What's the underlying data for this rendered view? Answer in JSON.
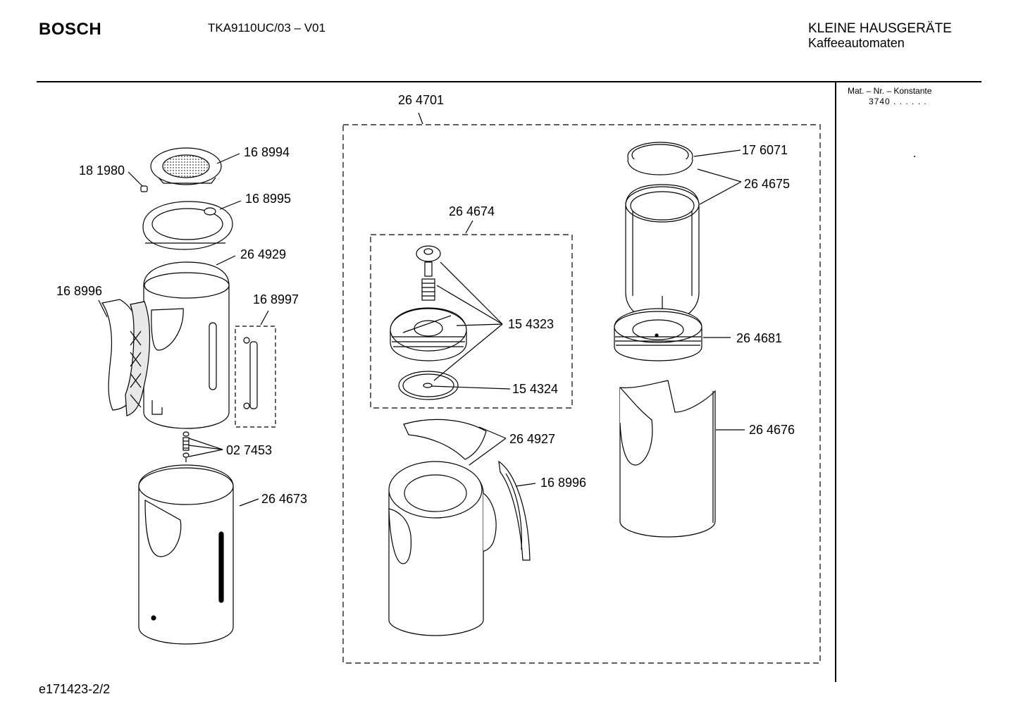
{
  "header": {
    "brand": "BOSCH",
    "model": "TKA9110UC/03 – V01",
    "category": "KLEINE HAUSGERÄTE",
    "subcategory": "Kaffeeautomaten"
  },
  "sidebar": {
    "mat_label": "Mat. – Nr. – Konstante",
    "mat_value": "3740 . .  . . . ."
  },
  "footer": {
    "doc_id": "e171423-2/2"
  },
  "callouts": {
    "group_outer": "26 4701",
    "group_inner": "26 4674",
    "lid_filter": "16 8994",
    "small_nut": "18 1980",
    "lid_ring": "16 8995",
    "housing_upper": "26 4929",
    "handle_cover_left": "16 8996",
    "window_strip": "16 8997",
    "spring_pins": "02 7453",
    "housing_lower": "26 4673",
    "valve_parts": "15 4323",
    "seal_disc": "15 4324",
    "arc_trim": "26 4927",
    "handle_cover_right": "16 8996",
    "gasket_ring": "17 6071",
    "glass_liner": "26 4675",
    "liner_base": "26 4681",
    "outer_shell": "26 4676"
  }
}
